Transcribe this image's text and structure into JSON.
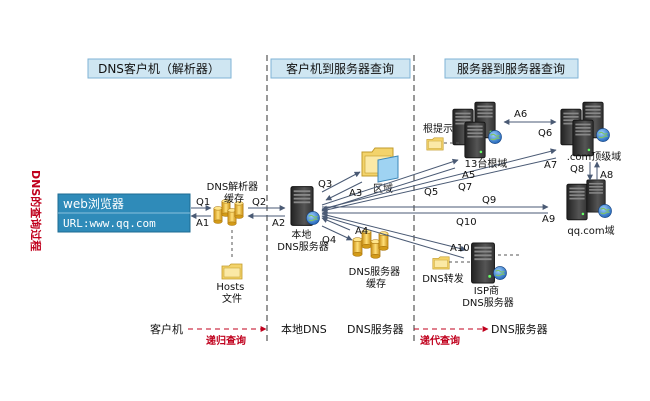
{
  "sections": {
    "client": "DNS客户机（解析器）",
    "client_to_server": "客户机到服务器查询",
    "server_to_server": "服务器到服务器查询"
  },
  "side_title": "DNS的查询过程",
  "browser": {
    "label": "web浏览器",
    "url": "URL:www.qq.com"
  },
  "nodes": {
    "resolver_cache": "DNS解析器\n缓存",
    "hosts_file": "Hosts\n文件",
    "local_dns": "本地\nDNS服务器",
    "zone": "区域",
    "dns_cache": "DNS服务器\n缓存",
    "root_hints": "根提示",
    "root_13": "13台根域",
    "com_tld": ".com顶级域",
    "qq_domain": "qq.com域",
    "dns_forward": "DNS转发",
    "isp_dns": "ISP商\nDNS服务器"
  },
  "arrow_labels": [
    "Q1",
    "A1",
    "Q2",
    "A2",
    "Q3",
    "A3",
    "Q4",
    "A4",
    "Q5",
    "A5",
    "Q6",
    "A6",
    "Q7",
    "A7",
    "Q8",
    "A8",
    "Q9",
    "A9",
    "Q10",
    "A10"
  ],
  "bottom": {
    "client": "客户机",
    "recursive": "递归查询",
    "local_dns": "本地DNS",
    "dns_server": "DNS服务器",
    "iterative": "递代查询",
    "dns_server2": "DNS服务器"
  },
  "colors": {
    "header_bg": "#cfe6f2",
    "header_border": "#7fb3d5",
    "browser_bg": "#2f8bb9",
    "accent_red": "#c0001d",
    "arrow": "#5a6c87",
    "cache_gold": "#f2c230",
    "folder": "#f3d36b",
    "server_dark": "#3b3f48",
    "globe": "#1f6fc1"
  },
  "icons": [
    "cache-cylinders-icon",
    "folder-icon",
    "server-icon",
    "globe-icon"
  ]
}
